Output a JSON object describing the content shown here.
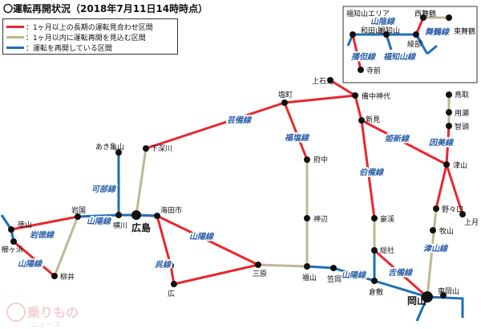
{
  "title": "〇運転再開状況（2018年7月11日14時時点）",
  "colors": {
    "long_term": "#e8282d",
    "within_month": "#bdb792",
    "resumed": "#1d6fb8",
    "station": "#111111",
    "label_line": "#2a5ea8"
  },
  "legend": [
    {
      "color_key": "long_term",
      "text": "：1ヶ月以上の長期の運転見合わせ区間"
    },
    {
      "color_key": "within_month",
      "text": "：1ヶ月以内に運転再開を見込む区間"
    },
    {
      "color_key": "resumed",
      "text": "：運転を再開している区間"
    }
  ],
  "inset": {
    "title": "福知山エリア"
  },
  "stations": {
    "kamiishimi": "上石見",
    "bicchu_koshiro": "備中神代",
    "niimi": "新見",
    "shiomachi": "塩町",
    "shimofukawa": "下深川",
    "akikameyama": "あき亀山",
    "fuchu": "府中",
    "kannabe": "神辺",
    "fukuyama": "福山",
    "kasaoka": "笠岡",
    "kurashiki": "倉敷",
    "okayama": "岡山",
    "higashi_okayama": "東岡山",
    "tottori": "鳥取",
    "mochigase": "用瀬",
    "chizu": "智頭",
    "tsuyama": "津山",
    "kamitsuki": "上月",
    "nonokuchi": "野々口",
    "makiyama": "牧山",
    "gosha": "総社",
    "gokei": "豪渓",
    "mihara": "三原",
    "hiro": "広",
    "kaitaichi": "海田市",
    "hiroshima": "広島",
    "yokogawa": "横川",
    "iwakuni": "岩国",
    "tokuyama": "徳山",
    "kushigahama": "櫛ヶ浜",
    "yanai": "柳井",
    "nishimaizuru": "西舞鶴",
    "higashimaizuru": "東舞鶴",
    "wadayama": "和田山",
    "fukuchiyama": "福知山",
    "ayabe": "綾部",
    "teramae": "寺前"
  },
  "lines": {
    "geibi": "芸備線",
    "fukuen": "福塩線",
    "hakubi": "伯備線",
    "kishin": "姫新線",
    "inbi": "因美線",
    "tsuyama": "津山線",
    "kibi": "吉備線",
    "sanyo_e": "山陽線",
    "sanyo_w": "山陽線",
    "sanyo_yanai": "山陽線",
    "kure": "呉線",
    "kabe": "可部線",
    "gantoku": "岩徳線",
    "sanin": "山陰線",
    "maizuru": "舞鶴線",
    "bantan": "播但線",
    "fukuchiyama": "福知山線"
  },
  "logo": {
    "main": "乗りもの",
    "sub": "ニュース"
  }
}
